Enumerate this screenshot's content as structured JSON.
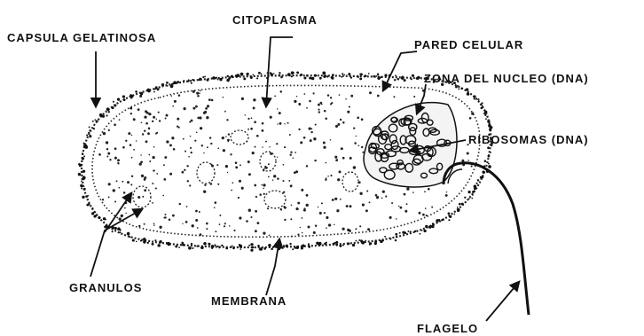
{
  "diagram": {
    "labels": {
      "capsula": "CAPSULA GELATINOSA",
      "citoplasma": "CITOPLASMA",
      "pared": "PARED CELULAR",
      "zona_nucleo": "ZONA DEL NUCLEO (DNA)",
      "ribosomas": "RIBOSOMAS (DNA)",
      "granulos": "GRANULOS",
      "membrana": "MEMBRANA",
      "flagelo": "FLAGELO"
    },
    "colors": {
      "ink": "#111111",
      "background": "#ffffff"
    }
  }
}
